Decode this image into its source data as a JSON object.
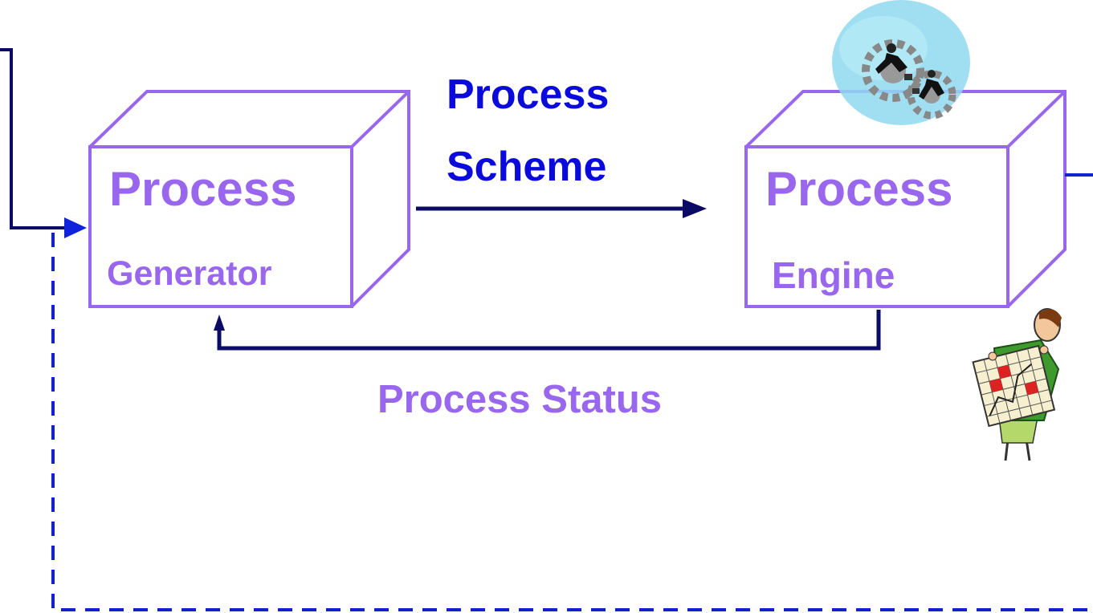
{
  "colors": {
    "box": "#9966ee",
    "box_text": "#9966ee",
    "scheme_text": "#0a0add",
    "arrow": "#0b0b66",
    "dashed": "#1122cc"
  },
  "generator_box": {
    "title": "Process",
    "subtitle": "Generator"
  },
  "engine_box": {
    "title": "Process",
    "subtitle": "Engine"
  },
  "scheme_label": {
    "line1": "Process",
    "line2": "Scheme"
  },
  "status_label": "Process Status",
  "icons": {
    "engine_clipart": "gears-businessmen-icon",
    "person_clipart": "woman-with-chart-icon"
  }
}
